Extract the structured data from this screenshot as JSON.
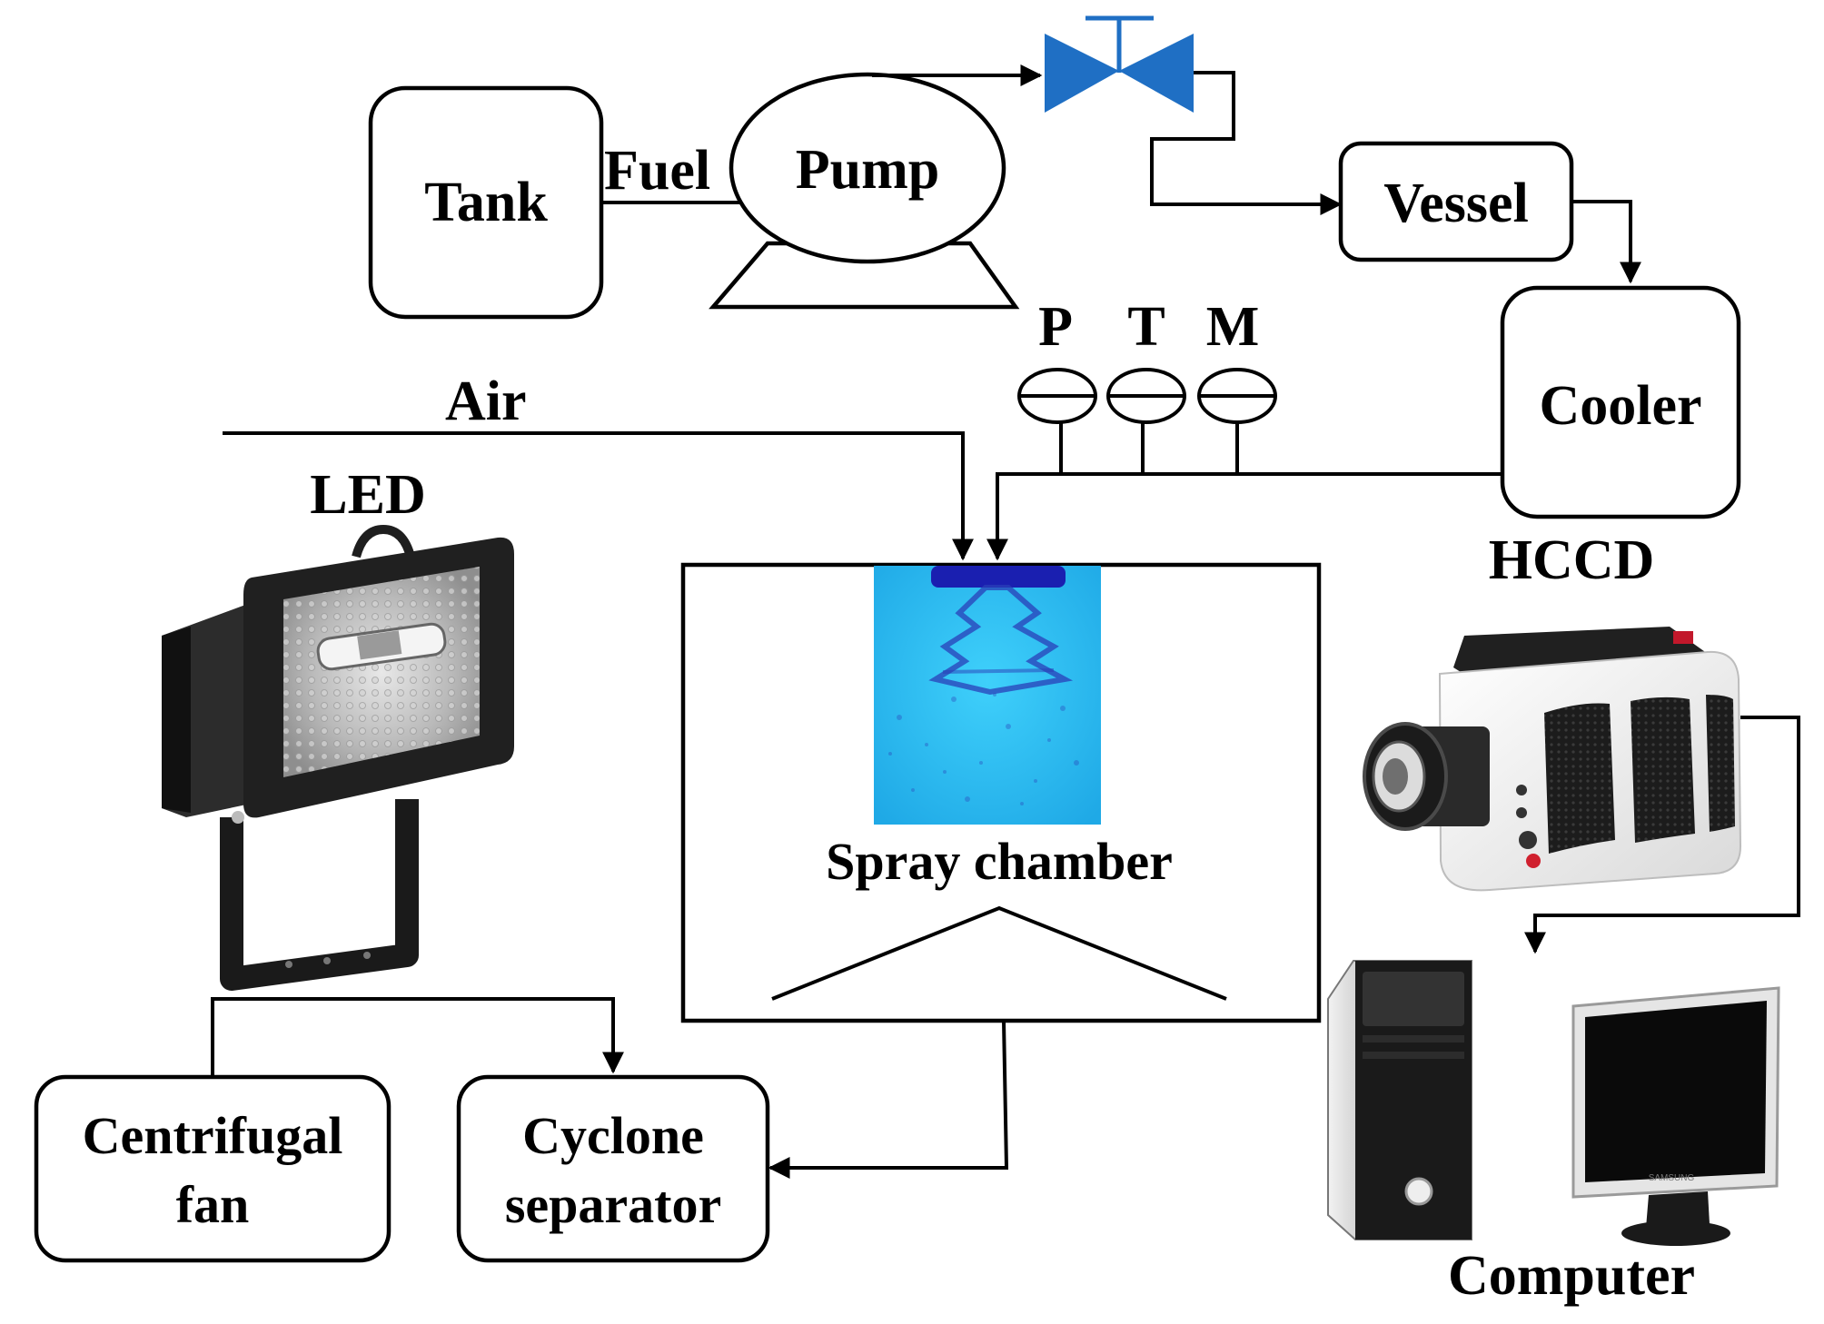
{
  "labels": {
    "tank": "Tank",
    "fuel": "Fuel",
    "pump": "Pump",
    "vessel": "Vessel",
    "cooler": "Cooler",
    "air": "Air",
    "p": "P",
    "t": "T",
    "m": "M",
    "led": "LED",
    "hccd": "HCCD",
    "spray_chamber": "Spray chamber",
    "centrifugal_fan_line1": "Centrifugal",
    "centrifugal_fan_line2": "fan",
    "cyclone_line1": "Cyclone",
    "cyclone_line2": "separator",
    "computer": "Computer",
    "monitor_brand": "SAMSUNG"
  },
  "colors": {
    "valve": "#1f6fc4",
    "spray_background": "#2fc2f0",
    "spray_nozzle": "#1a1fb0",
    "spray_cone": "#2a3fb8"
  },
  "icons": {
    "valve": "gate-valve-icon",
    "led": "led-floodlight-icon",
    "camera": "high-speed-camera-icon",
    "computer": "desktop-computer-icon",
    "gauges": "gauge-icon"
  }
}
